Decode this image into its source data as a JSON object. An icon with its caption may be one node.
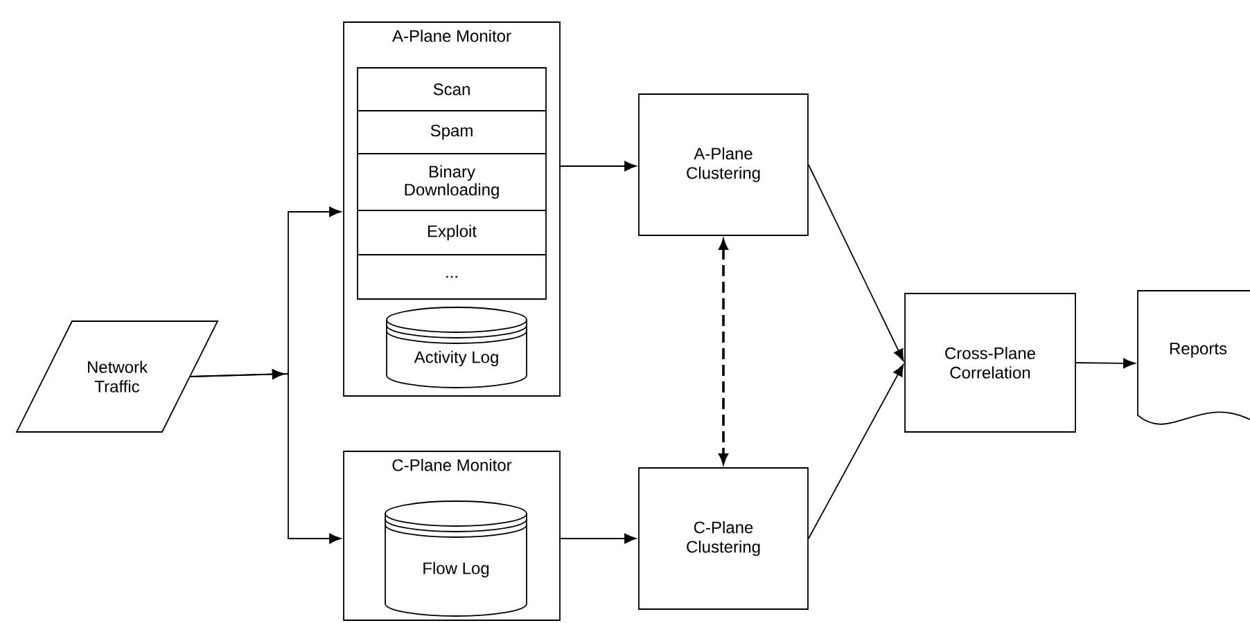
{
  "diagram": {
    "nodes": [
      {
        "text": [
          "Network Traffic"
        ]
      },
      {
        "text": [
          "A-Plane Monitor"
        ]
      },
      {
        "text": [
          "Scan"
        ],
        "in": 1
      },
      {
        "text": [
          "Spam"
        ],
        "in": 1
      },
      {
        "text": [
          "Binary Downloading"
        ],
        "in": 1
      },
      {
        "text": [
          "Exploit"
        ],
        "in": 1
      },
      {
        "text": [
          "..."
        ],
        "in": 1
      },
      {
        "text": [
          "Activity Log"
        ],
        "in": 1
      },
      {
        "text": [
          "C-Plane Monitor"
        ]
      },
      {
        "text": [
          "Flow Log"
        ],
        "in": 8
      },
      {
        "text": [
          "A-Plane Clustering"
        ]
      },
      {
        "text": [
          "C-Plane Clustering"
        ]
      },
      {
        "text": [
          "Cross-Plane Correlation"
        ]
      },
      {
        "text": [
          "Reports"
        ]
      }
    ],
    "edges": [
      {
        "from": 0,
        "to": 1,
        "arrow": "to"
      },
      {
        "from": 0,
        "to": 8,
        "arrow": "to"
      },
      {
        "from": 1,
        "to": 10,
        "arrow": "to"
      },
      {
        "from": 8,
        "to": 11,
        "arrow": "to"
      },
      {
        "from": 10,
        "to": 11,
        "arrow": "both",
        "style": "dashed"
      },
      {
        "from": 10,
        "to": 12,
        "arrow": "to"
      },
      {
        "from": 11,
        "to": 12,
        "arrow": "to"
      },
      {
        "from": 12,
        "to": 13,
        "arrow": "to"
      }
    ]
  }
}
